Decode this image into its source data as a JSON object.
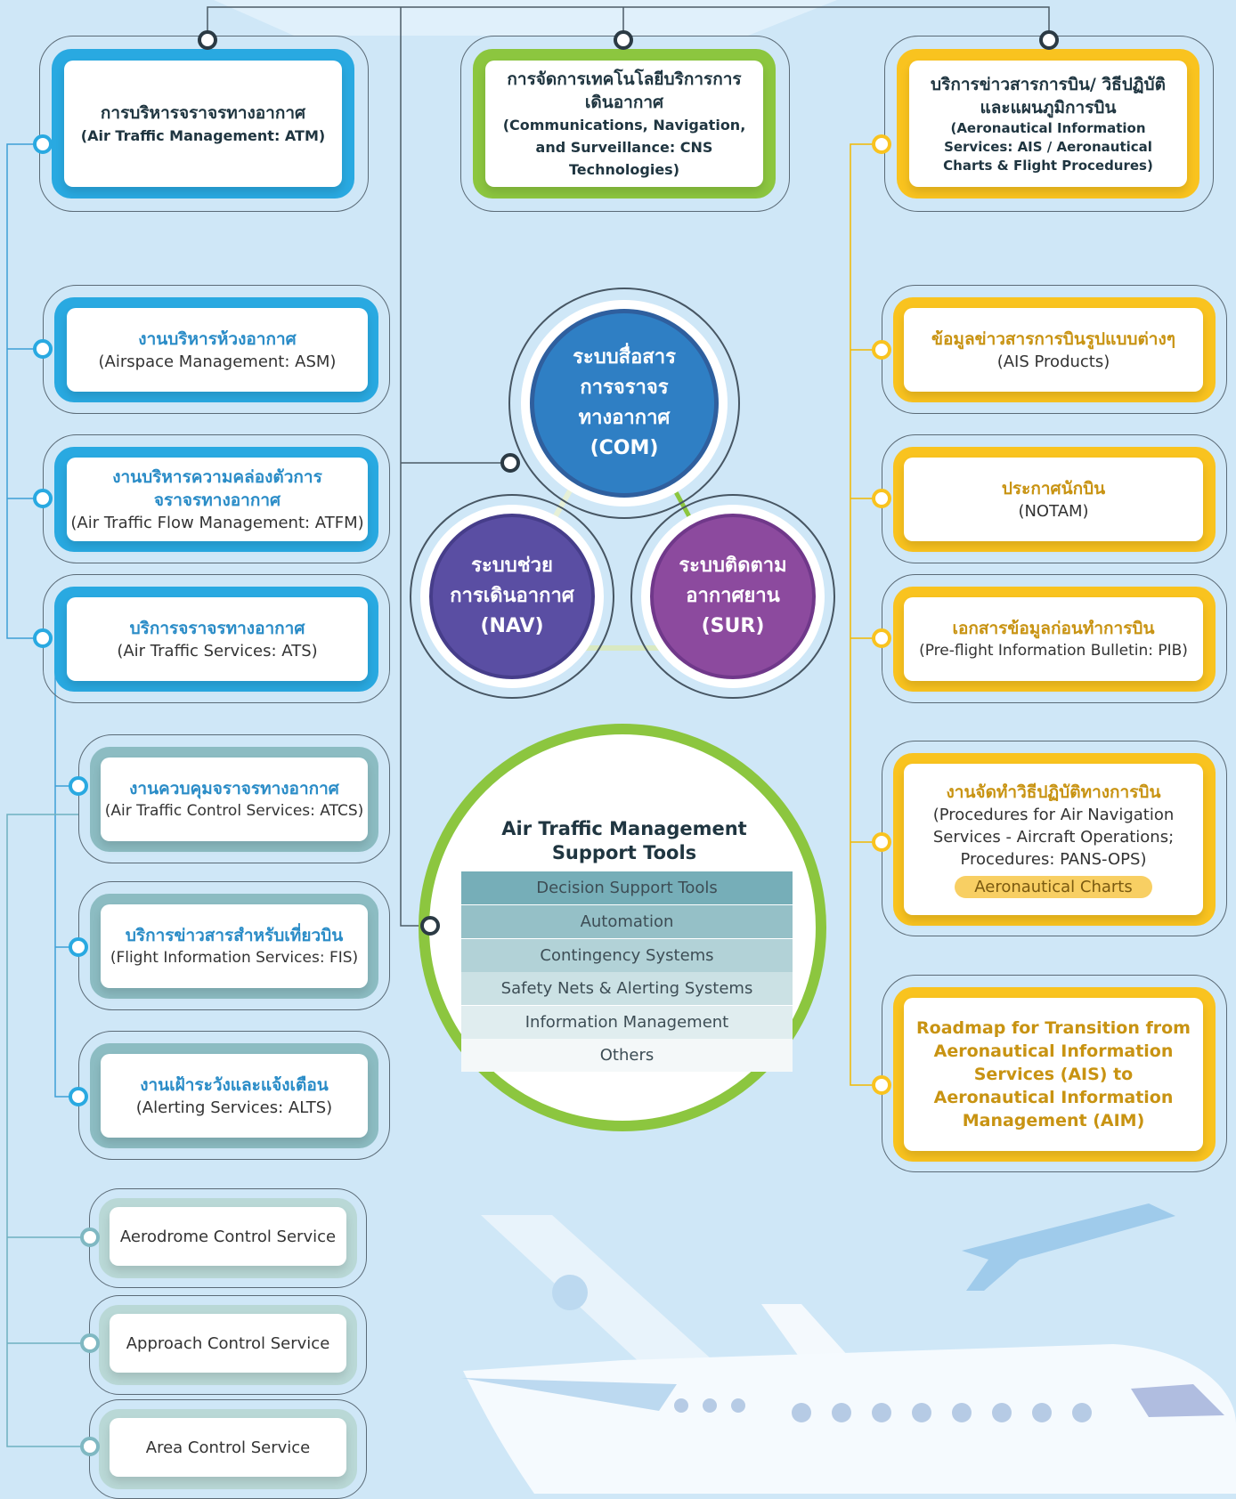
{
  "top_left": {
    "title": "การบริหารจราจรทางอากาศ",
    "subtitle": "(Air Traffic Management: ATM)"
  },
  "top_center": {
    "title": "การจัดการเทคโนโลยีบริการการเดินอากาศ",
    "subtitle": "(Communications, Navigation, and Surveillance: CNS Technologies)"
  },
  "top_right": {
    "title": "บริการข่าวสารการบิน/ วิธีปฏิบัติและแผนภูมิการบิน",
    "subtitle": "(Aeronautical Information Services: AIS / Aeronautical Charts & Flight Procedures)"
  },
  "left_boxes": [
    {
      "title": "งานบริหารห้วงอากาศ",
      "subtitle": "(Airspace Management: ASM)"
    },
    {
      "title": "งานบริหารความคล่องตัวการจราจรทางอากาศ",
      "subtitle": "(Air Traffic Flow Management: ATFM)"
    },
    {
      "title": "บริการจราจรทางอากาศ",
      "subtitle": "(Air Traffic Services: ATS)"
    }
  ],
  "ats_boxes": [
    {
      "title": "งานควบคุมจราจรทางอากาศ",
      "subtitle": "(Air Traffic Control Services: ATCS)"
    },
    {
      "title": "บริการข่าวสารสำหรับเที่ยวบิน",
      "subtitle": "(Flight Information Services: FIS)"
    },
    {
      "title": "งานเฝ้าระวังและแจ้งเตือน",
      "subtitle": "(Alerting Services: ALTS)"
    }
  ],
  "atc_boxes": [
    "Aerodrome Control Service",
    "Approach Control Service",
    "Area Control Service"
  ],
  "cns_circles": {
    "com": [
      "ระบบสื่อสาร",
      "การจราจร",
      "ทางอากาศ",
      "(COM)"
    ],
    "nav": [
      "ระบบช่วย",
      "การเดินอากาศ",
      "(NAV)"
    ],
    "sur": [
      "ระบบติดตาม",
      "อากาศยาน",
      "(SUR)"
    ]
  },
  "tools": {
    "title": "Air Traffic Management Support Tools",
    "items": [
      "Decision Support Tools",
      "Automation",
      "Contingency Systems",
      "Safety Nets & Alerting Systems",
      "Information Management",
      "Others"
    ]
  },
  "right_boxes": [
    {
      "title": "ข้อมูลข่าวสารการบินรูปแบบต่างๆ",
      "subtitle": "(AIS Products)"
    },
    {
      "title": "ประกาศนักบิน",
      "subtitle": "(NOTAM)"
    },
    {
      "title": "เอกสารข้อมูลก่อนทำการบิน",
      "subtitle": "(Pre-flight Information Bulletin: PIB)"
    },
    {
      "title": "งานจัดทำวิธีปฏิบัติทางการบิน",
      "subtitle": "(Procedures for Air Navigation Services - Aircraft Operations; Procedures: PANS-OPS)",
      "pill": "Aeronautical Charts"
    },
    {
      "title": "Roadmap for Transition from Aeronautical Information Services (AIS) to Aeronautical Information Management (AIM)"
    }
  ],
  "colors": {
    "blue": "#29a9e1",
    "gold": "#f9c31f",
    "green": "#8cc63f",
    "teal": "#8cbcc2",
    "com": "#2f7fc4",
    "nav": "#5a4ea3",
    "sur": "#8c4a9e"
  }
}
